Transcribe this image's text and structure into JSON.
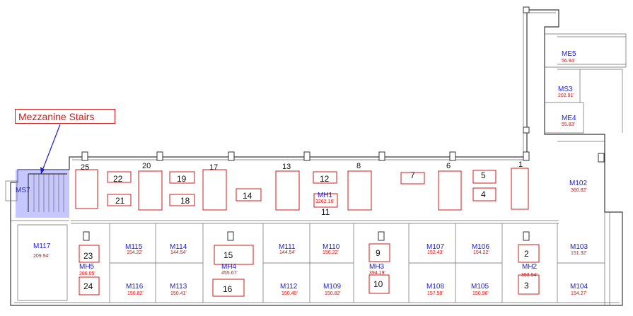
{
  "callout": {
    "label": "Mezzanine Stairs"
  },
  "rooms": [
    {
      "name": "M117",
      "area": "209.94'"
    },
    {
      "name": "MH5",
      "area": "286.05'"
    },
    {
      "name": "M115",
      "area": "154.22'"
    },
    {
      "name": "M114",
      "area": "144.54'"
    },
    {
      "name": "MH4",
      "area": "455.67'"
    },
    {
      "name": "M116",
      "area": "150.82'"
    },
    {
      "name": "M113",
      "area": "150.41'"
    },
    {
      "name": "M111",
      "area": "144.54'"
    },
    {
      "name": "M110",
      "area": "150.22'"
    },
    {
      "name": "MH3",
      "area": "394.19'"
    },
    {
      "name": "M112",
      "area": "150.40'"
    },
    {
      "name": "M109",
      "area": "150.82'"
    },
    {
      "name": "M107",
      "area": "152.43'"
    },
    {
      "name": "M106",
      "area": "154.22'"
    },
    {
      "name": "MH2",
      "area": "393.94'"
    },
    {
      "name": "M108",
      "area": "157.58'"
    },
    {
      "name": "M105",
      "area": "150.96'"
    },
    {
      "name": "M103",
      "area": "151.32'"
    },
    {
      "name": "M104",
      "area": "154.27'"
    },
    {
      "name": "M102",
      "area": "360.82'"
    },
    {
      "name": "ME5",
      "area": "56.94'"
    },
    {
      "name": "MS3",
      "area": "202.91'"
    },
    {
      "name": "ME4",
      "area": "55.83'"
    },
    {
      "name": "MH1",
      "area": "3262.16'"
    },
    {
      "name": "MS7",
      "area": ""
    }
  ],
  "booths": [
    "1",
    "2",
    "3",
    "4",
    "5",
    "6",
    "7",
    "8",
    "9",
    "10",
    "11",
    "12",
    "13",
    "14",
    "15",
    "16",
    "17",
    "18",
    "19",
    "20",
    "21",
    "22",
    "23",
    "24",
    "25"
  ],
  "colors": {
    "booth_outline": "#d11a1a",
    "room_name": "#1c1cd8",
    "room_area": "#d01010",
    "stairs_highlight": "#9999ff"
  }
}
